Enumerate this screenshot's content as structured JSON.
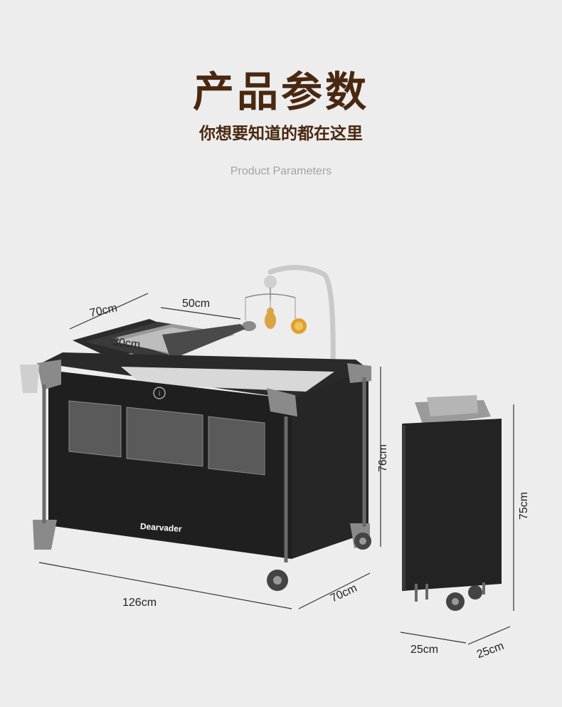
{
  "header": {
    "title": "产品参数",
    "subtitle": "你想要知道的都在这里",
    "english": "Product Parameters"
  },
  "product": {
    "brand": "Dearvader"
  },
  "dimensions": {
    "changer_length": "70cm",
    "changer_depth": "30cm",
    "changer_width": "50cm",
    "crib_length": "126cm",
    "crib_width": "70cm",
    "crib_height": "76cm",
    "folded_height": "75cm",
    "folded_width": "25cm",
    "folded_depth": "25cm"
  },
  "colors": {
    "title": "#4a2810",
    "fabric": "#1f1f1f",
    "frame": "#7a7a7a"
  }
}
